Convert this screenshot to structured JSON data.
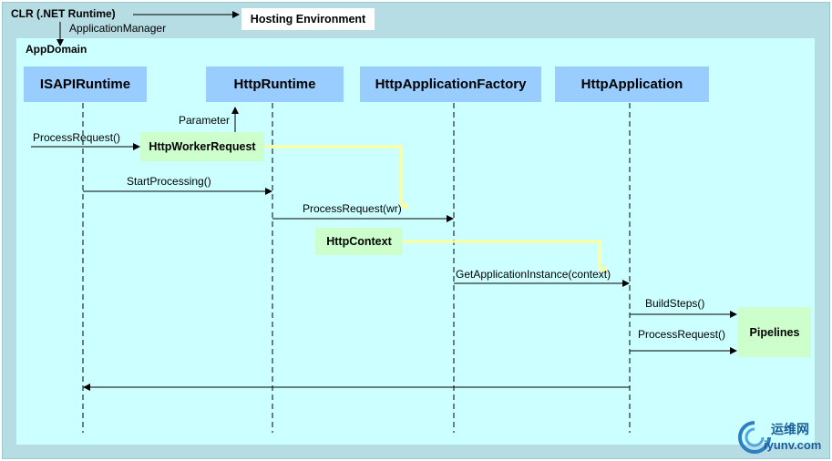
{
  "clr_label": "CLR (.NET Runtime)",
  "app_manager_label": "ApplicationManager",
  "hosting_label": "Hosting Environment",
  "appdomain_label": "AppDomain",
  "lifelines": {
    "isapi": "ISAPIRuntime",
    "httpruntime": "HttpRuntime",
    "factory": "HttpApplicationFactory",
    "application": "HttpApplication"
  },
  "objects": {
    "worker_request": "HttpWorkerRequest",
    "context": "HttpContext",
    "pipelines": "Pipelines"
  },
  "messages": {
    "parameter": "Parameter",
    "process_request": "ProcessRequest()",
    "start_processing": "StartProcessing()",
    "process_request_wr": "ProcessRequest(wr)",
    "get_app_instance": "GetApplicationInstance(context)",
    "build_steps": "BuildSteps()",
    "process_request_2": "ProcessRequest()"
  },
  "watermark": {
    "cn": "运维网",
    "url": "iyunv.com"
  },
  "colors": {
    "lifeline_box": "#99ccff",
    "object_box": "#ccffcc",
    "appdomain_bg": "#ccffff",
    "outer_bg": "#b5dde3",
    "highlight_arrow": "#ffff99"
  }
}
